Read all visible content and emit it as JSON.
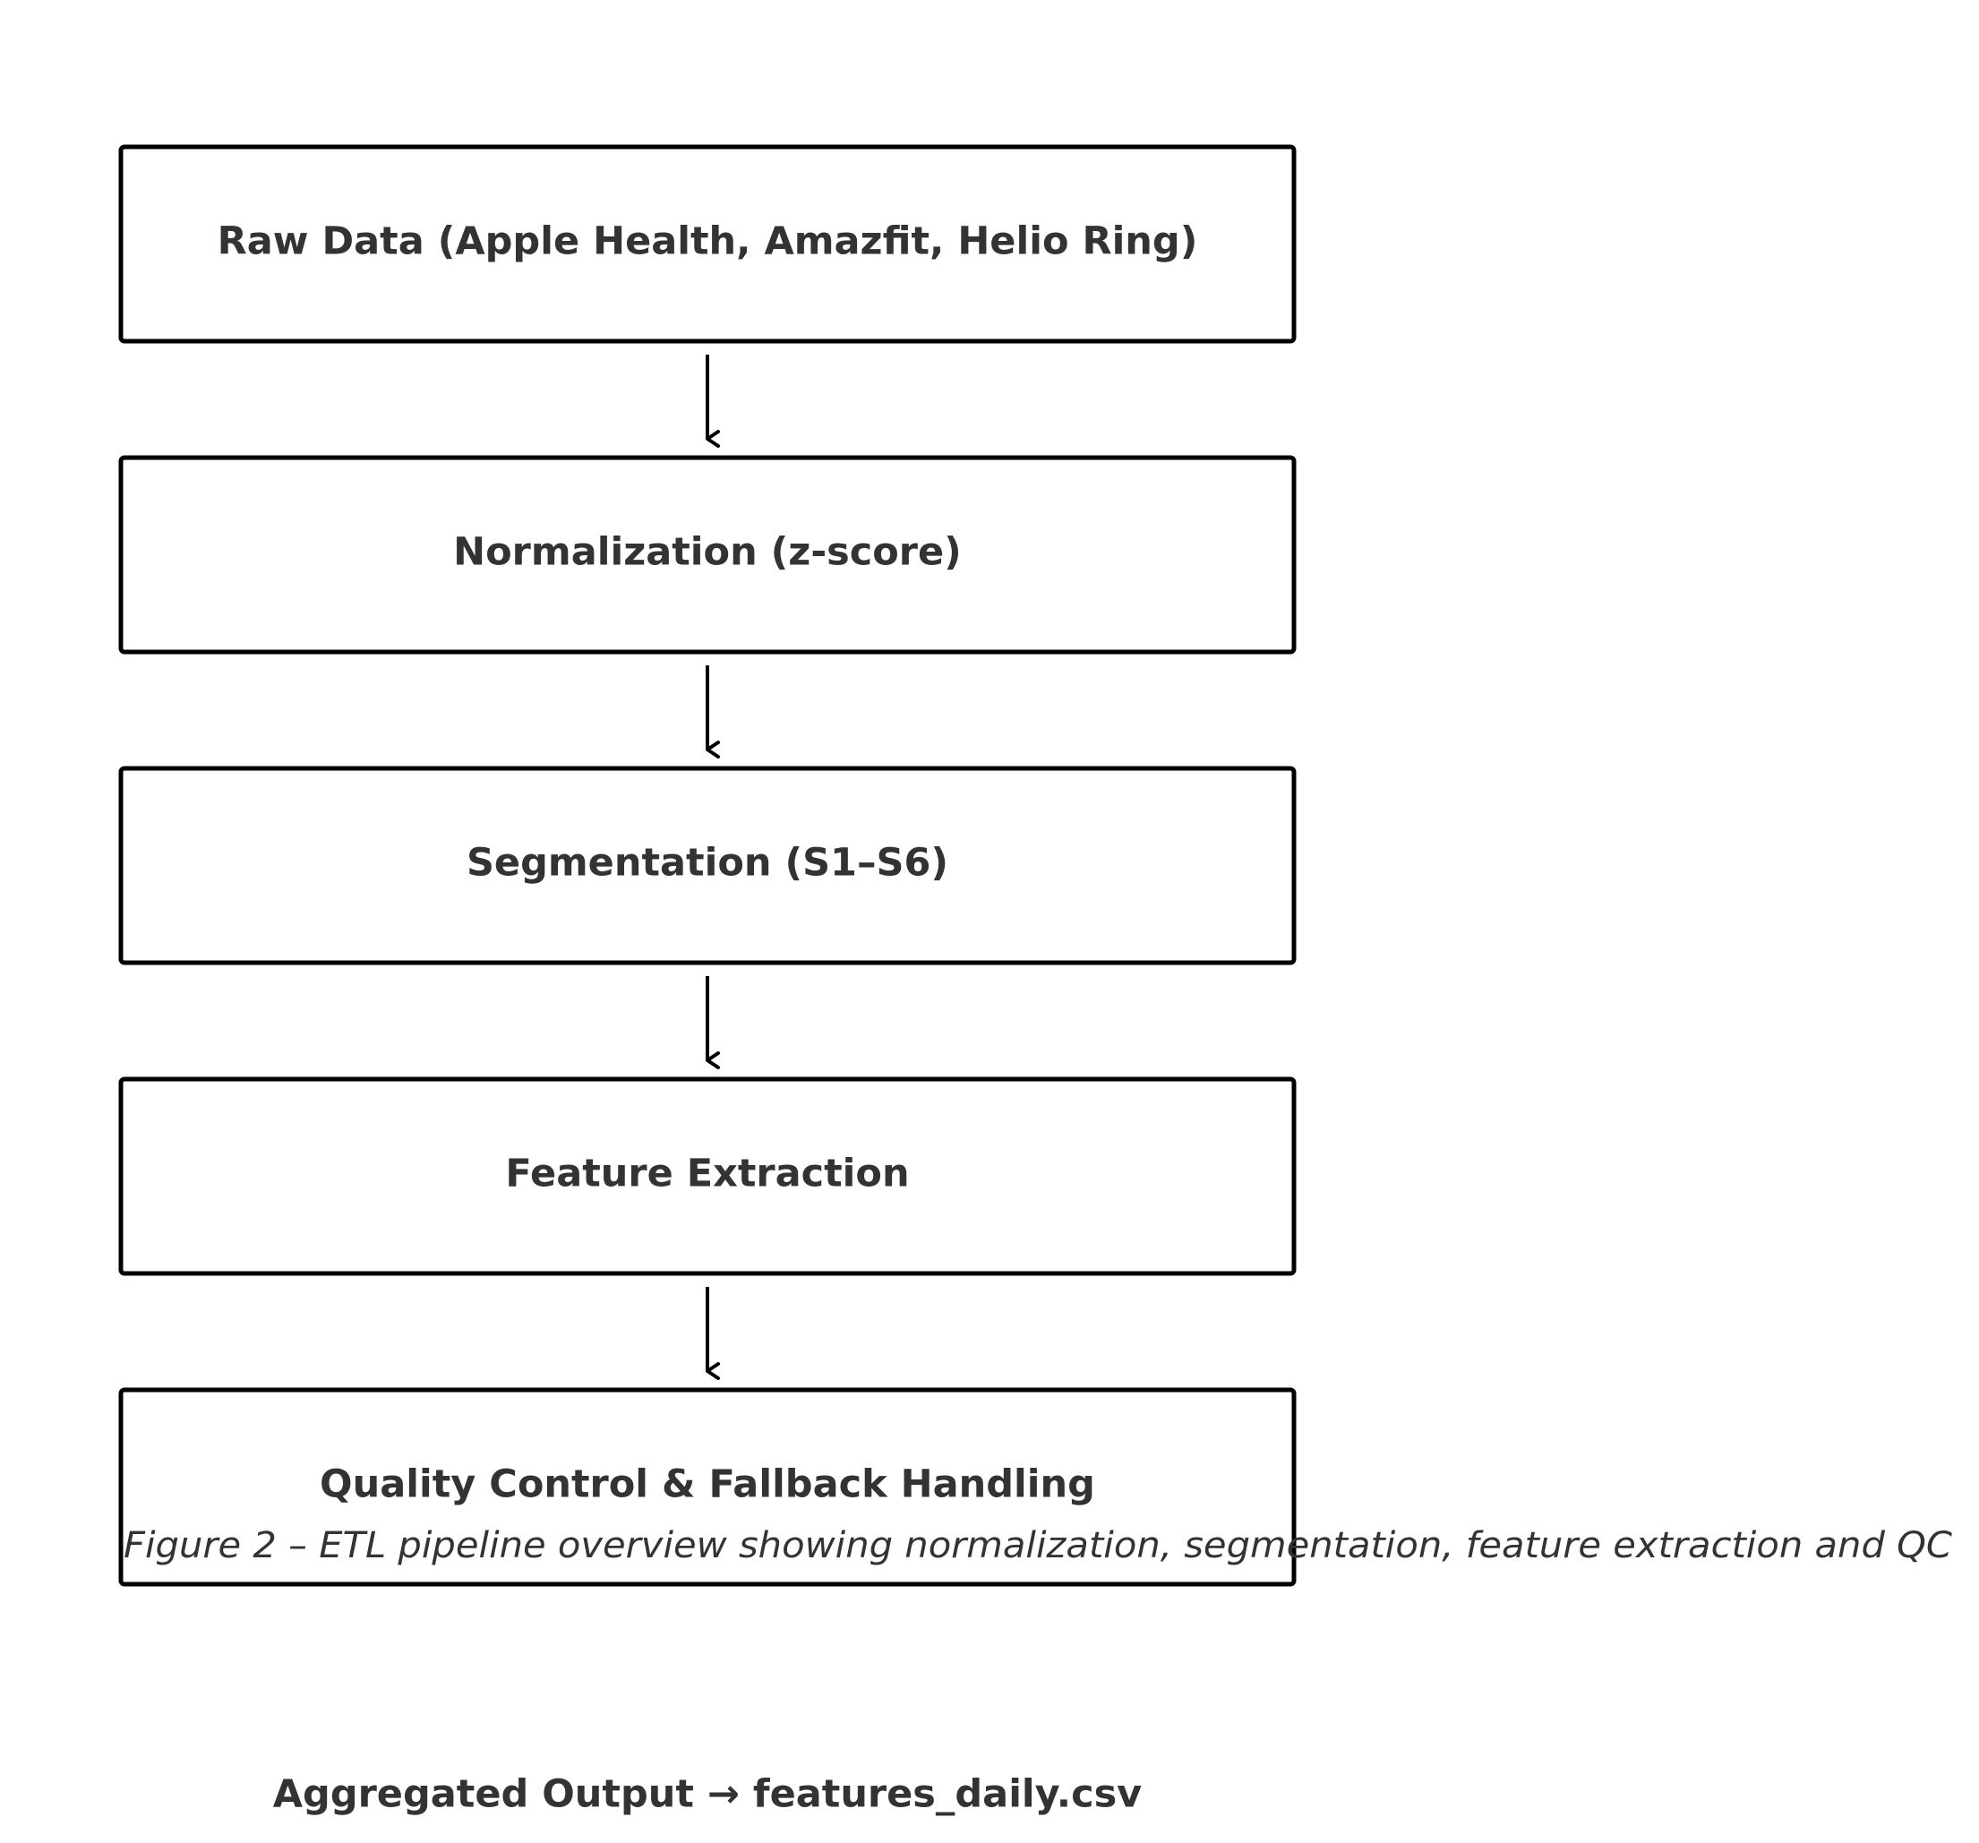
{
  "diagram": {
    "steps": [
      {
        "label": "Raw Data (Apple Health, Amazfit, Helio Ring)"
      },
      {
        "label": "Normalization (z-score)"
      },
      {
        "label": "Segmentation (S1–S6)"
      },
      {
        "label": "Feature Extraction"
      },
      {
        "label": "Quality Control & Fallback Handling"
      }
    ],
    "caption": "Figure 2 – ETL pipeline overview showing normalization, segmentation, feature extraction and QC",
    "output_label": "Aggregated Output → features_daily.csv",
    "colors": {
      "box_stroke": "#000000",
      "text": "#333333",
      "background": "#ffffff"
    }
  }
}
